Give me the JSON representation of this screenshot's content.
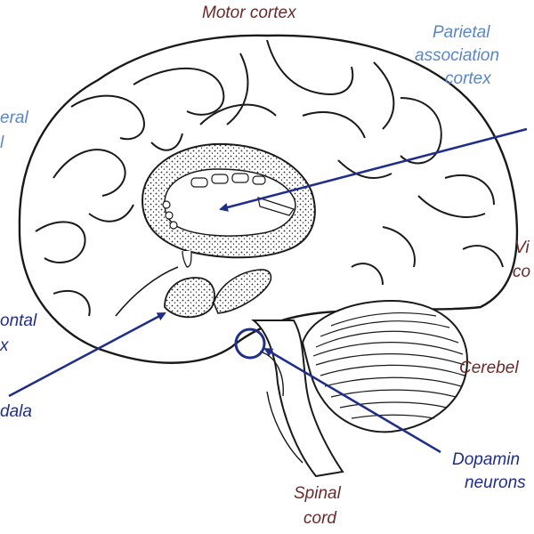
{
  "colors": {
    "outline": "#1a1a1a",
    "arrow": "#1f2e8a",
    "label_maroon": "#6b2a2a",
    "label_lightblue": "#5b86c6",
    "label_navy": "#1f2e8a"
  },
  "labels": {
    "motor_cortex": "Motor cortex",
    "parietal_line1": "Parietal",
    "parietal_line2": "association",
    "parietal_line3": "cortex",
    "prefrontal_lateral_line1": "eral",
    "prefrontal_lateral_line2": "l",
    "visual_line1": "Vi",
    "visual_line2": "co",
    "orbitofrontal_line1": "ontal",
    "orbitofrontal_line2": "x",
    "cerebellum": "Cerebel",
    "amygdala": "dala",
    "dopamine_line1": "Dopamin",
    "dopamine_line2": "neurons",
    "spinal_line1": "Spinal",
    "spinal_line2": "cord"
  }
}
